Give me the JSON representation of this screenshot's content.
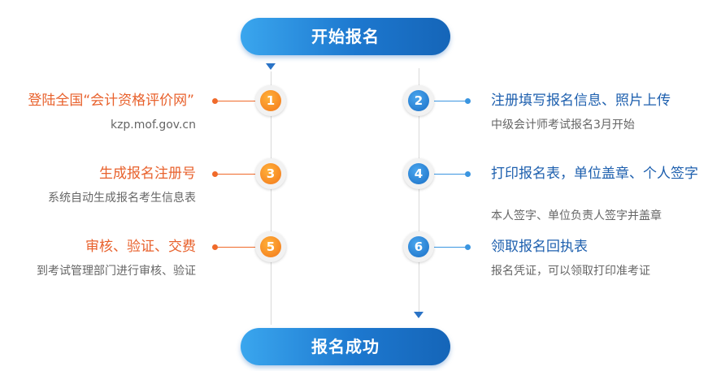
{
  "start_label": "开始报名",
  "end_label": "报名成功",
  "steps": [
    {
      "num": "1",
      "title": "登陆全国“会计资格评价网”",
      "sub": "kzp.mof.gov.cn"
    },
    {
      "num": "2",
      "title": "注册填写报名信息、照片上传",
      "sub": "中级会计师考试报名3月开始"
    },
    {
      "num": "3",
      "title": "生成报名注册号",
      "sub": "系统自动生成报名考生信息表"
    },
    {
      "num": "4",
      "title": "打印报名表，单位盖章、个人签字",
      "sub": "本人签字、单位负责人签字并盖章"
    },
    {
      "num": "5",
      "title": "审核、验证、交费",
      "sub": "到考试管理部门进行审核、验证"
    },
    {
      "num": "6",
      "title": "领取报名回执表",
      "sub": "报名凭证，可以领取打印准考证"
    }
  ],
  "colors": {
    "left_accent": "#e8612c",
    "right_accent": "#1d5fae",
    "pill_blue": "#1d78cf"
  }
}
